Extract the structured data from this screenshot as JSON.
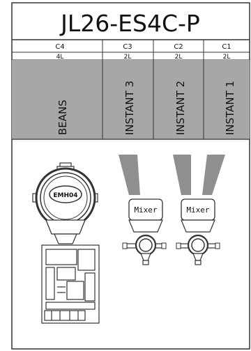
{
  "title": "JL26-ES4C-P",
  "columns": [
    {
      "code": "C4",
      "capacity": "4L",
      "label": "BEANS"
    },
    {
      "code": "C3",
      "capacity": "2L",
      "label": "INSTANT 3"
    },
    {
      "code": "C2",
      "capacity": "2L",
      "label": "INSTANT 2"
    },
    {
      "code": "C1",
      "capacity": "2L",
      "label": "INSTANT 1"
    }
  ],
  "grinder_label": "EMH04",
  "mixers": [
    {
      "label": "Mixer"
    },
    {
      "label": "Mixer"
    }
  ],
  "colors": {
    "header_band": "#a7a7a7",
    "outline": "#333333",
    "chute": "#8f8f8f"
  }
}
